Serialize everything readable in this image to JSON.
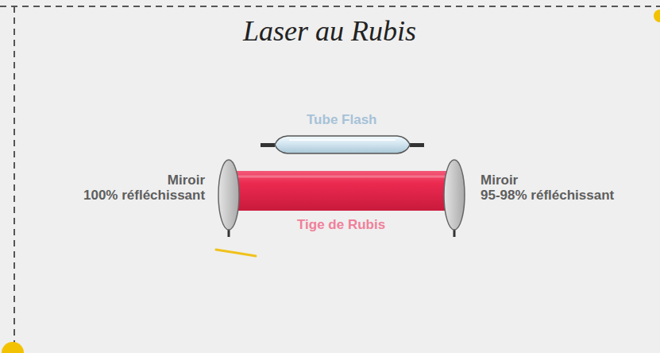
{
  "diagram": {
    "title": "Laser au Rubis",
    "labels": [
      "Tube Flash",
      "Miroir 100% réfléchissant",
      "Tige de Rubis",
      "Miroir 95-98% réfléchissant"
    ]
  }
}
